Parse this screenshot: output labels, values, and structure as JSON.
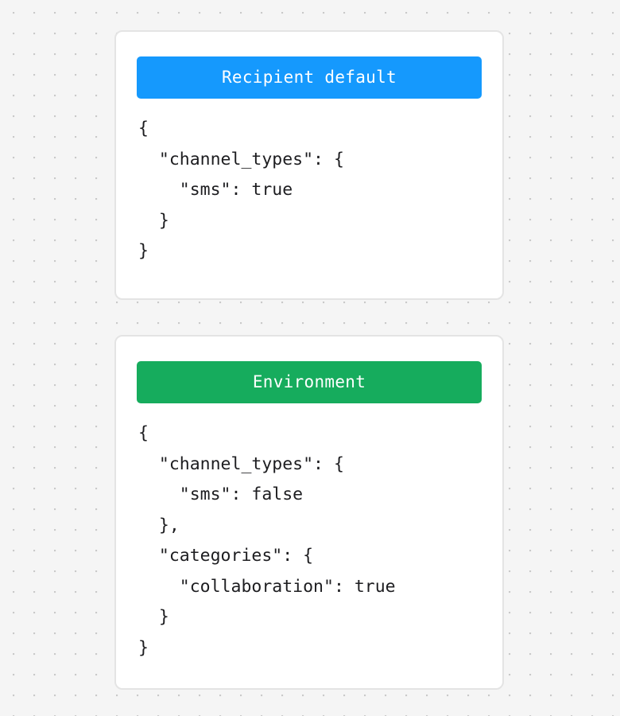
{
  "page": {
    "background_color": "#f5f5f5",
    "dot_color": "#c9c9c9"
  },
  "cards": [
    {
      "id": "recipient-default",
      "header": {
        "title": "Recipient default",
        "color": "#1599fd"
      },
      "code_lines": [
        "{",
        "  \"channel_types\": {",
        "    \"sms\": true",
        "  }",
        "}"
      ]
    },
    {
      "id": "environment",
      "header": {
        "title": "Environment",
        "color": "#16ac5d"
      },
      "code_lines": [
        "{",
        "  \"channel_types\": {",
        "    \"sms\": false",
        "  },",
        "  \"categories\": {",
        "    \"collaboration\": true",
        "  }",
        "}"
      ]
    }
  ]
}
